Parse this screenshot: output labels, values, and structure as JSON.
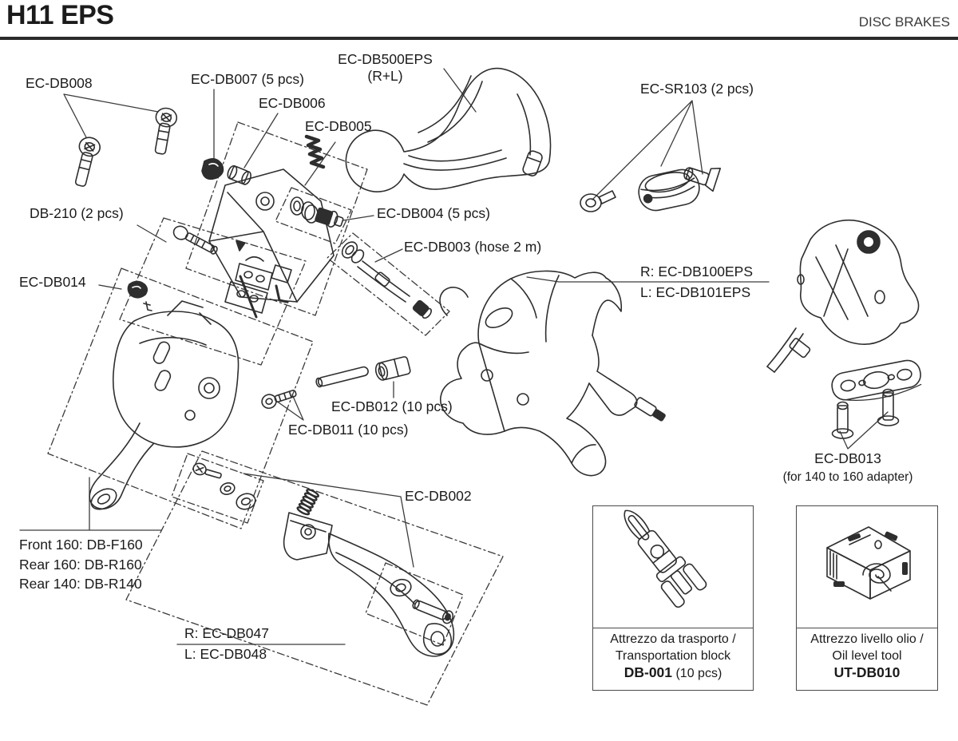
{
  "header": {
    "title": "H11 EPS",
    "section": "DISC BRAKES"
  },
  "labels": {
    "ec_db008": "EC-DB008",
    "ec_db007": "EC-DB007 (5 pcs)",
    "ec_db006": "EC-DB006",
    "ec_db005": "EC-DB005",
    "ec_db500eps_line1": "EC-DB500EPS",
    "ec_db500eps_line2": "(R+L)",
    "ec_sr103": "EC-SR103 (2 pcs)",
    "db_210": "DB-210 (2 pcs)",
    "ec_db004": "EC-DB004 (5 pcs)",
    "ec_db003": "EC-DB003 (hose 2 m)",
    "ec_db014": "EC-DB014",
    "lever_right": "R: EC-DB100EPS",
    "lever_left": "L: EC-DB101EPS",
    "ec_db012": "EC-DB012 (10 pcs)",
    "ec_db011": "EC-DB011 (10 pcs)",
    "ec_db013": "EC-DB013",
    "ec_db013_note": "(for 140 to 160 adapter)",
    "ec_db002": "EC-DB002",
    "rotor_front160": "Front 160: DB-F160",
    "rotor_rear160": "Rear 160: DB-R160",
    "rotor_rear140": "Rear 140: DB-R140",
    "blade_right": "R: EC-DB047",
    "blade_left": "L: EC-DB048"
  },
  "boxes": {
    "transport": {
      "caption_it": "Attrezzo da trasporto /",
      "caption_en": "Transportation block",
      "code": "DB-001",
      "qty": " (10 pcs)"
    },
    "oil": {
      "caption_it": "Attrezzo livello olio /",
      "caption_en": "Oil level tool",
      "code": "UT-DB010"
    }
  },
  "colors": {
    "ink": "#1b1b1b",
    "line_art": "#2e2e2e",
    "rule": "#2b2b2b"
  }
}
